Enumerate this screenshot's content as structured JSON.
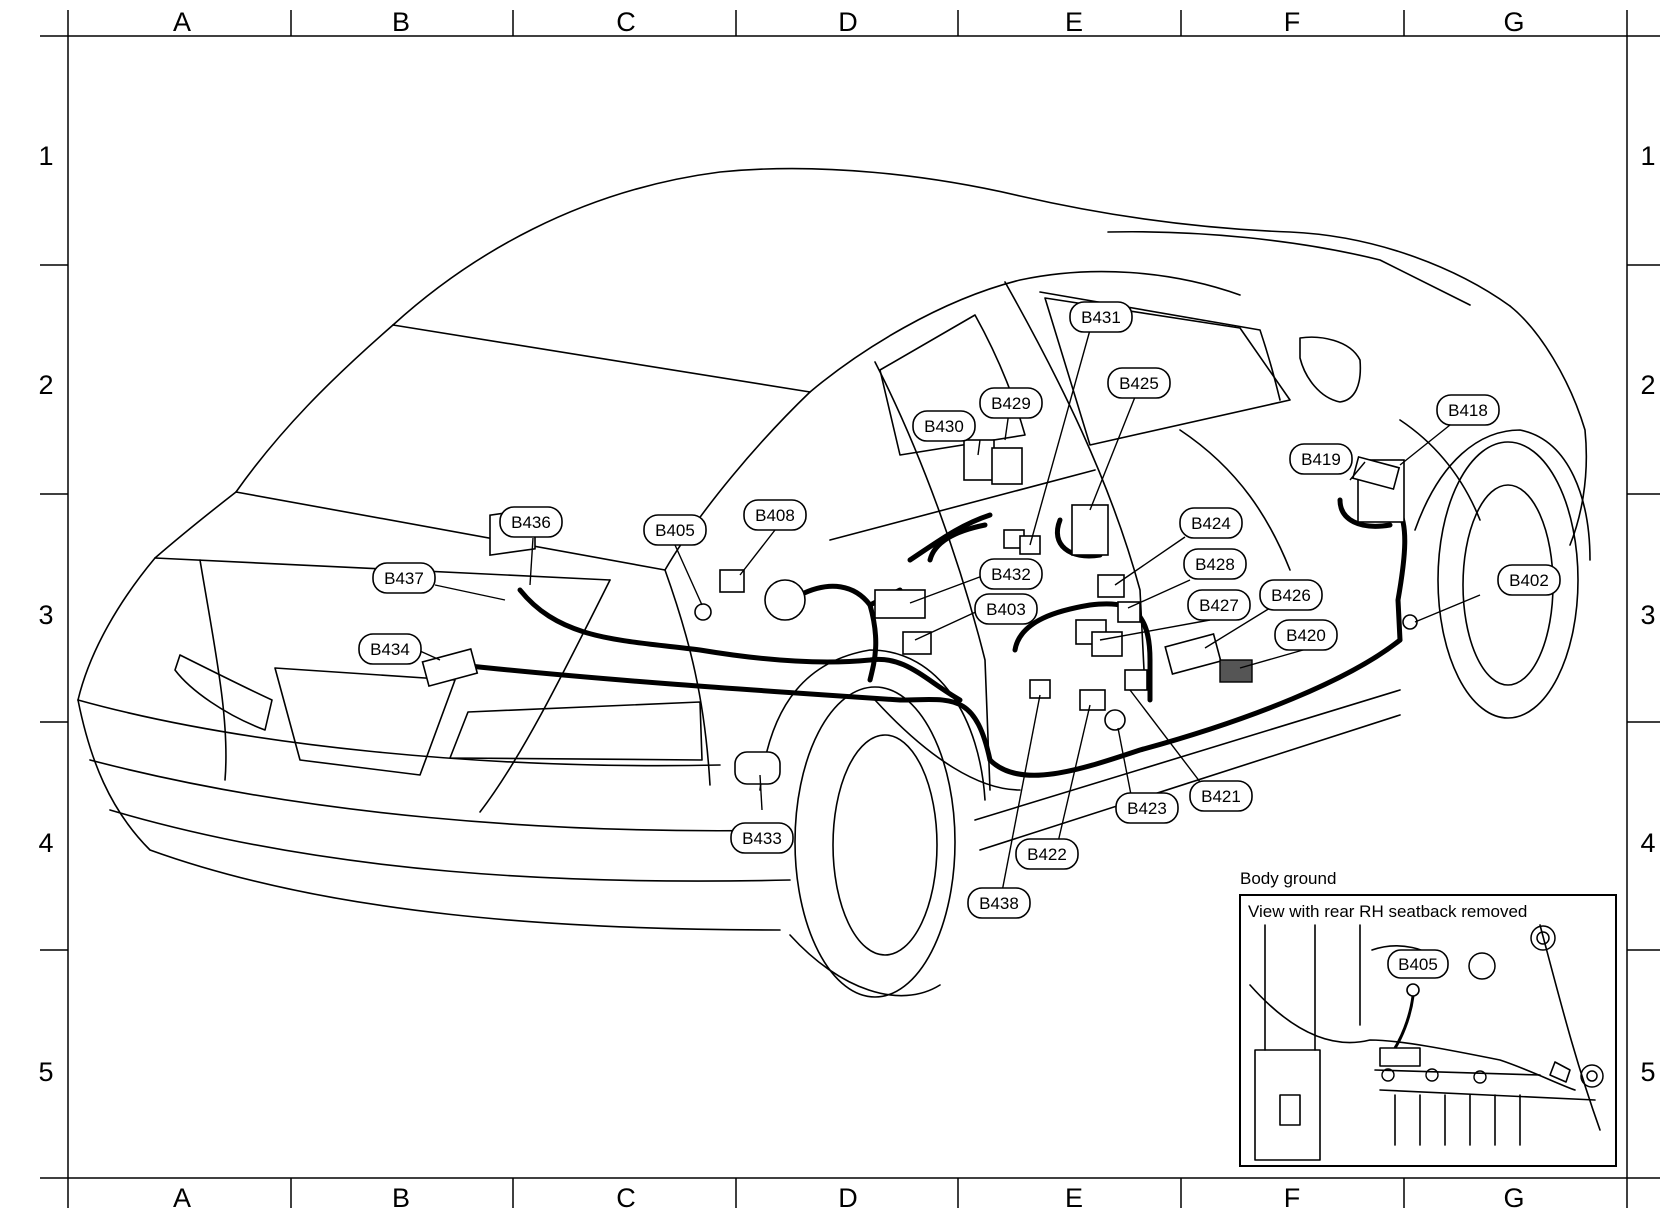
{
  "grid": {
    "columns": [
      "A",
      "B",
      "C",
      "D",
      "E",
      "F",
      "G"
    ],
    "rows": [
      "1",
      "2",
      "3",
      "4",
      "5"
    ]
  },
  "connectors": {
    "B402": "B402",
    "B403": "B403",
    "B405": "B405",
    "B408": "B408",
    "B418": "B418",
    "B419": "B419",
    "B420": "B420",
    "B421": "B421",
    "B422": "B422",
    "B423": "B423",
    "B424": "B424",
    "B425": "B425",
    "B426": "B426",
    "B427": "B427",
    "B428": "B428",
    "B429": "B429",
    "B430": "B430",
    "B431": "B431",
    "B432": "B432",
    "B433": "B433",
    "B434": "B434",
    "B436": "B436",
    "B437": "B437",
    "B438": "B438"
  },
  "inset": {
    "caption": "Body ground",
    "title": "View with rear RH seatback removed",
    "connector": "B405"
  }
}
